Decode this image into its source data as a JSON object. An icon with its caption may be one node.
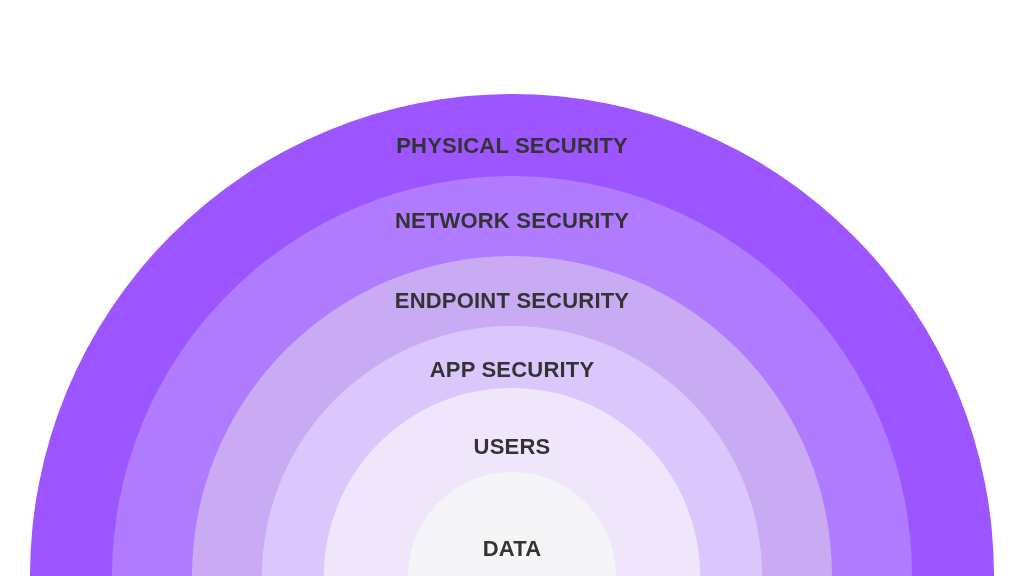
{
  "diagram": {
    "nodes": [
      {
        "text": [
          "PHYSICAL SECURITY"
        ]
      },
      {
        "text": [
          "NETWORK SECURITY"
        ],
        "in": 0
      },
      {
        "text": [
          "ENDPOINT SECURITY"
        ],
        "in": 1
      },
      {
        "text": [
          "APP SECURITY"
        ],
        "in": 2
      },
      {
        "text": [
          "USERS"
        ],
        "in": 3
      },
      {
        "text": [
          "DATA"
        ],
        "in": 4
      }
    ]
  }
}
